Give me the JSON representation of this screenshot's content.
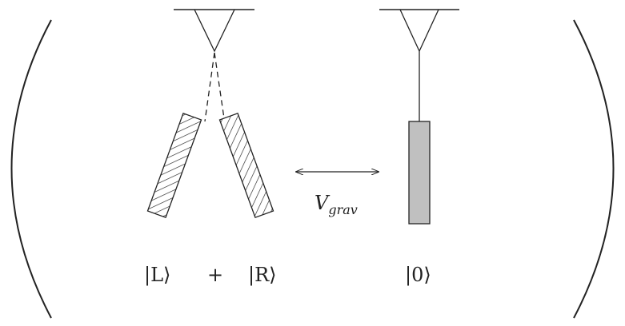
{
  "labels": {
    "state_left": "|L⟩",
    "plus": "+",
    "state_right": "|R⟩",
    "state_zero": "|0⟩",
    "potential_main": "V",
    "potential_sub": "grav"
  },
  "colors": {
    "line": "#222222",
    "bar_fill_right": "#c0c0c0",
    "hatch": "#222222",
    "background": "#ffffff"
  }
}
